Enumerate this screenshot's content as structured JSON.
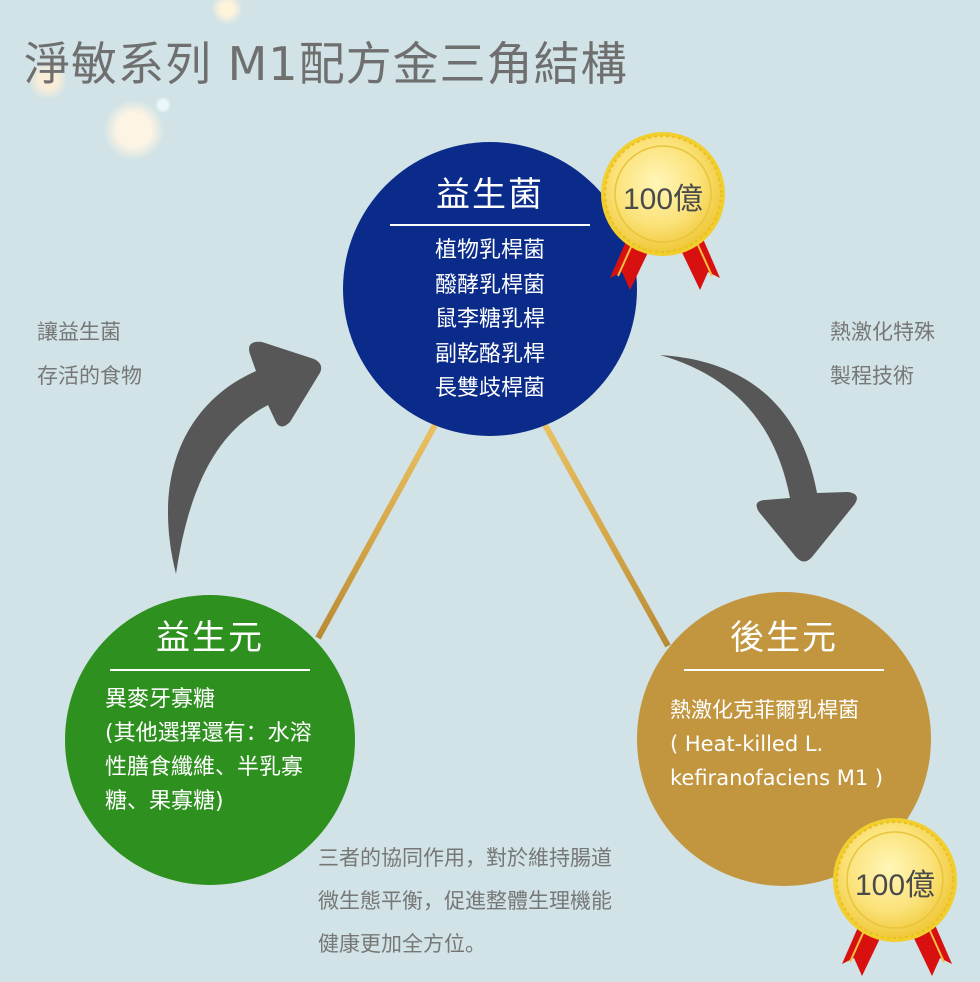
{
  "title": "淨敏系列 M1配方金三角結構",
  "colors": {
    "background": "#d1e3e6",
    "probiotic": "#0a2b8a",
    "prebiotic": "#2e901f",
    "postbiotic": "#c1963f",
    "arrow": "#575757",
    "triangle_gold": "#d9aa48",
    "ribbon_red": "#d81010"
  },
  "probiotic": {
    "title": "益生菌",
    "items": [
      "植物乳桿菌",
      "醱酵乳桿菌",
      "鼠李糖乳桿",
      "副乾酪乳桿",
      "長雙歧桿菌"
    ],
    "badge": "100億"
  },
  "prebiotic": {
    "title": "益生元",
    "lines": [
      "異麥牙寡糖",
      "(其他選擇還有：水溶",
      "性膳食纖維、半乳寡",
      "糖、果寡糖)"
    ]
  },
  "postbiotic": {
    "title": "後生元",
    "lines": [
      "熱激化克菲爾乳桿菌",
      "( Heat-killed L.",
      "kefiranofaciens M1 )"
    ],
    "badge": "100億"
  },
  "left_note": [
    "讓益生菌",
    "存活的食物"
  ],
  "right_note": [
    "熱激化特殊",
    "製程技術"
  ],
  "bottom_note": [
    "三者的協同作用，對於維持腸道",
    "微生態平衡，促進整體生理機能",
    "健康更加全方位。"
  ],
  "icons": {
    "left_arrow": "curved-arrow-up-right-icon",
    "right_arrow": "curved-arrow-down-icon",
    "medal": "gold-medal-ribbon-icon"
  }
}
